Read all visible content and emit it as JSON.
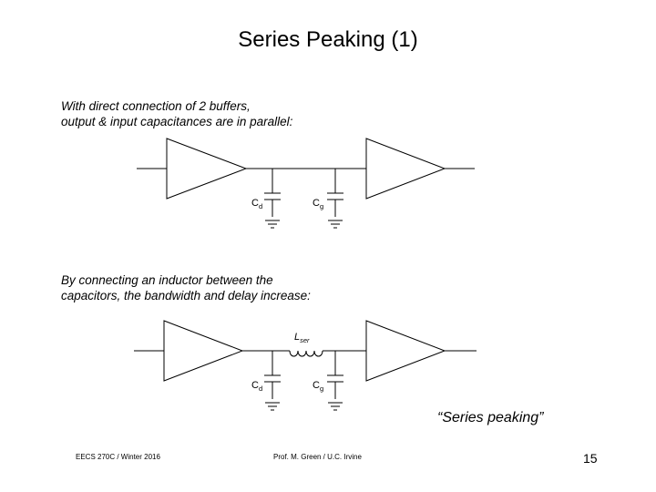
{
  "slide": {
    "title": "Series Peaking (1)",
    "para1": [
      "With direct connection of 2 buffers,",
      "output & input capacitances are in parallel:"
    ],
    "para2": [
      "By connecting an inductor between the",
      "capacitors, the bandwidth and delay increase:"
    ],
    "cap_d": {
      "main": "C",
      "sub": "d"
    },
    "cap_g": {
      "main": "C",
      "sub": "g"
    },
    "inductor": {
      "main": "L",
      "sub": "ser"
    },
    "callout": "“Series peaking”",
    "footer_left": "EECS 270C / Winter 2016",
    "footer_center": "Prof. M. Green / U.C. Irvine",
    "page_number": "15"
  }
}
